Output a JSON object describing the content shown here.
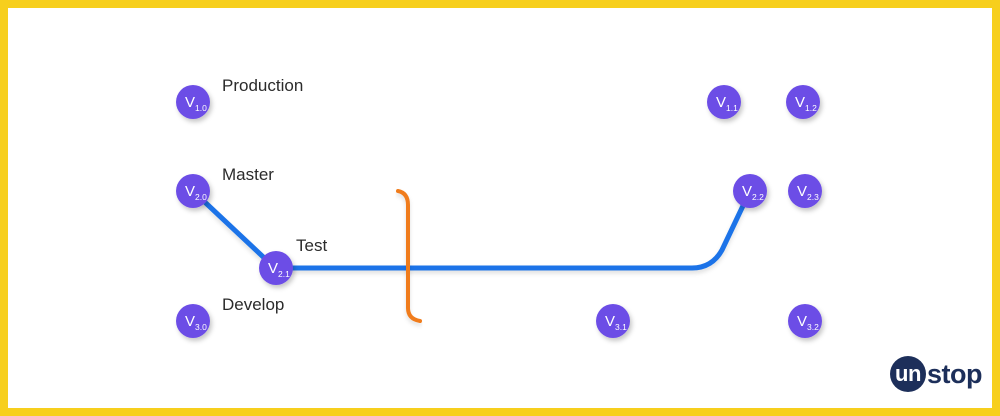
{
  "branches": {
    "production": "Production",
    "master": "Master",
    "test": "Test",
    "develop": "Develop"
  },
  "nodes": {
    "v1_0": {
      "letter": "V",
      "sub": "1.0"
    },
    "v1_1": {
      "letter": "V",
      "sub": "1.1"
    },
    "v1_2": {
      "letter": "V",
      "sub": "1.2"
    },
    "v2_0": {
      "letter": "V",
      "sub": "2.0"
    },
    "v2_1": {
      "letter": "V",
      "sub": "2.1"
    },
    "v2_2": {
      "letter": "V",
      "sub": "2.2"
    },
    "v2_3": {
      "letter": "V",
      "sub": "2.3"
    },
    "v3_0": {
      "letter": "V",
      "sub": "3.0"
    },
    "v3_1": {
      "letter": "V",
      "sub": "3.1"
    },
    "v3_2": {
      "letter": "V",
      "sub": "3.2"
    }
  },
  "logo": {
    "part1": "un",
    "part2": "stop"
  },
  "colors": {
    "frame": "#f7cf1d",
    "production": "#d9534a",
    "master": "#17a05d",
    "test": "#1a73e8",
    "develop": "#e0436b",
    "merge": "#f07c1a",
    "node": "#6c4ee6"
  }
}
